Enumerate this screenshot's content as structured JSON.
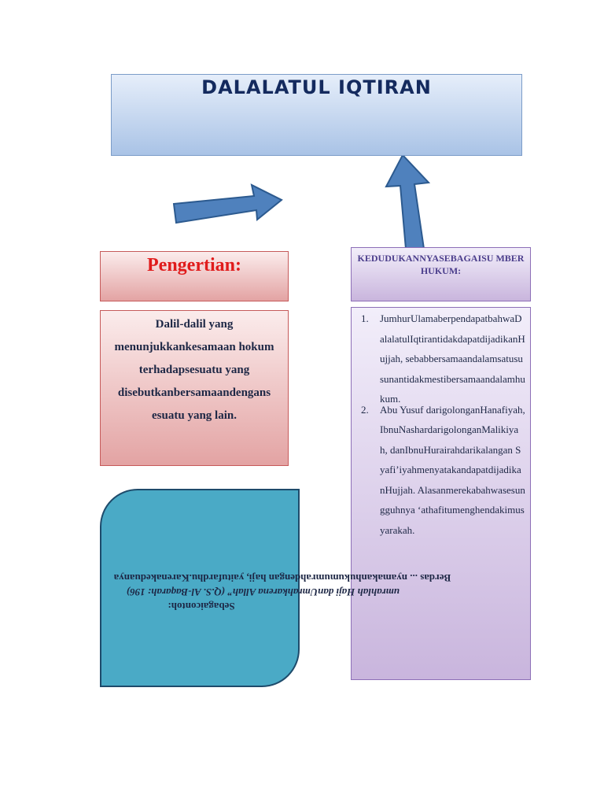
{
  "title": "DALALATUL IQTIRAN",
  "pengertian": {
    "heading": "Pengertian:",
    "body": "Dalil-dalil yang menunjukkankesamaan hokum terhadapsesuatu yang disebutkanbersamaandengans esuatu yang lain."
  },
  "kedudukan": {
    "heading": "KEDUDUKANNYASEBAGAISU MBERHUKUM:",
    "items": [
      {
        "number": "1.",
        "text": "JumhurUlamaberpendapatbahwaDalalatulIqtirantidakdapatdijadikanHujjah, sebabbersamaandalamsatususunantidakmestibersamaandalamhukum."
      },
      {
        "number": "2.",
        "text": "Abu Yusuf darigolonganHanafiyah, IbnuNashardarigolonganMalikiyah, danIbnuHurairahdarikalangan Syafi’iyahmenyatakandapatdijadikanHujjah. Alasanmerekabahwasesungguhnya ‘athafitumenghendakimusyarakah."
      }
    ]
  },
  "example": {
    "label": "Sebagaicontoh:",
    "line2": "umrahlah Haji danUmrahkarena Allah” (Q.S. Al-Baqarah: 196)",
    "line3": "Berdas ... nyamakanhukumumrahdengan haji, yaitufardhu.Karenakeduanya"
  },
  "colors": {
    "title_text": "#142a5e",
    "arrow_fill": "#4f81bd",
    "pengertian_heading": "#e01b1b",
    "example_box": "#4aaac6"
  }
}
